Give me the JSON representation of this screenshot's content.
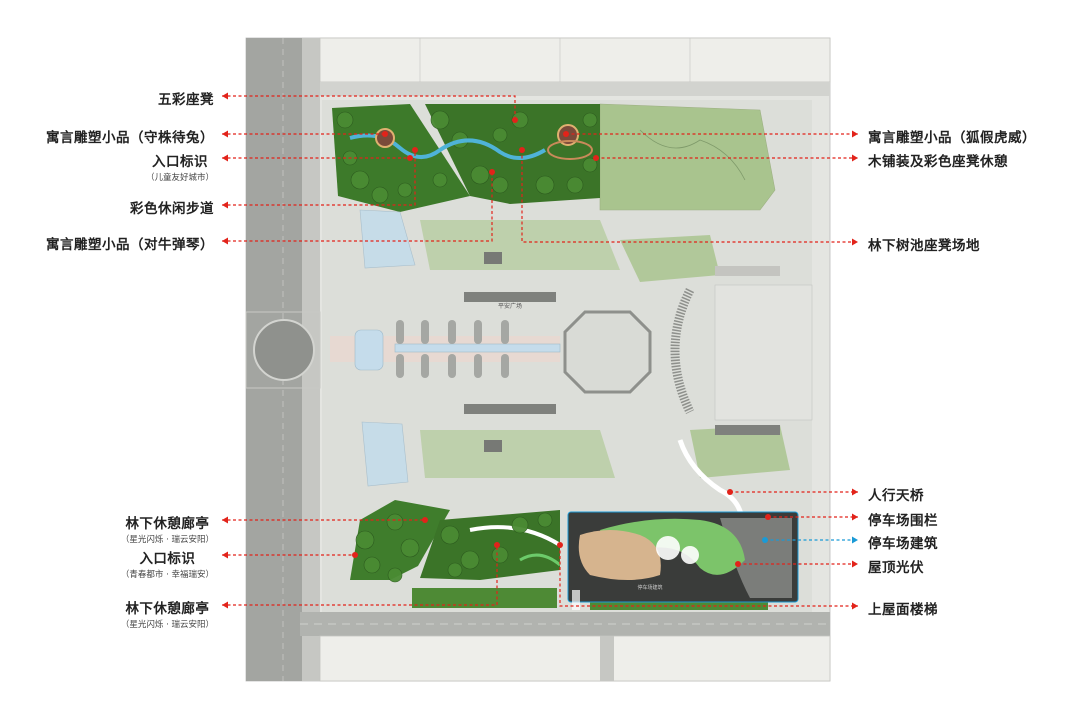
{
  "colors": {
    "callout_red": "#e2231a",
    "callout_blue": "#1a9ad6",
    "tree_green": "#3f7d2c",
    "lawn_green": "#8fb96b",
    "paving": "#d9dbd6",
    "road": "#9a9c98",
    "deck_orange": "#c9a07a",
    "water_blue": "#b9d6e6"
  },
  "map": {
    "square_label": "平安广场",
    "parking_label": "停车场建筑"
  },
  "left_labels": [
    {
      "text": "五彩座凳",
      "sub": ""
    },
    {
      "text": "寓言雕塑小品（守株待兔）",
      "sub": ""
    },
    {
      "text": "入口标识",
      "sub": "（儿童友好城市）"
    },
    {
      "text": "彩色休闲步道",
      "sub": ""
    },
    {
      "text": "寓言雕塑小品（对牛弹琴）",
      "sub": ""
    },
    {
      "text": "林下休憩廊亭",
      "sub": "（星光闪烁 · 瑞云安阳）"
    },
    {
      "text": "入口标识",
      "sub": "（青春都市 · 幸福瑞安）"
    },
    {
      "text": "林下休憩廊亭",
      "sub": "（星光闪烁 · 瑞云安阳）"
    }
  ],
  "right_labels": [
    {
      "text": "寓言雕塑小品（狐假虎威）",
      "sub": ""
    },
    {
      "text": "木铺装及彩色座凳休憩",
      "sub": ""
    },
    {
      "text": "林下树池座凳场地",
      "sub": ""
    },
    {
      "text": "人行天桥",
      "sub": ""
    },
    {
      "text": "停车场围栏",
      "sub": ""
    },
    {
      "text": "停车场建筑",
      "sub": ""
    },
    {
      "text": "屋顶光伏",
      "sub": ""
    },
    {
      "text": "上屋面楼梯",
      "sub": ""
    }
  ]
}
